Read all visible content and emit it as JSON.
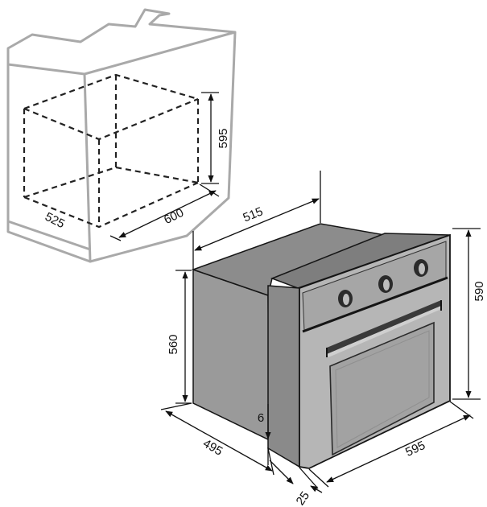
{
  "dimensions": {
    "cabinet_height": "595",
    "cabinet_depth": "525",
    "cabinet_width": "600",
    "oven_top_depth": "515",
    "oven_front_height": "590",
    "oven_body_height": "560",
    "oven_bottom_gap": "6",
    "oven_side_depth": "495",
    "oven_front_width": "595",
    "oven_door_thickness": "25"
  },
  "colors": {
    "oven_side": "#9a9a9a",
    "oven_top": "#8a8a8a",
    "oven_front": "#b4b4b4",
    "control_panel": "#a4a4a4",
    "door_window": "#9e9e9e",
    "outline": "#151515",
    "cabinet_outline": "#a9a9a9"
  }
}
